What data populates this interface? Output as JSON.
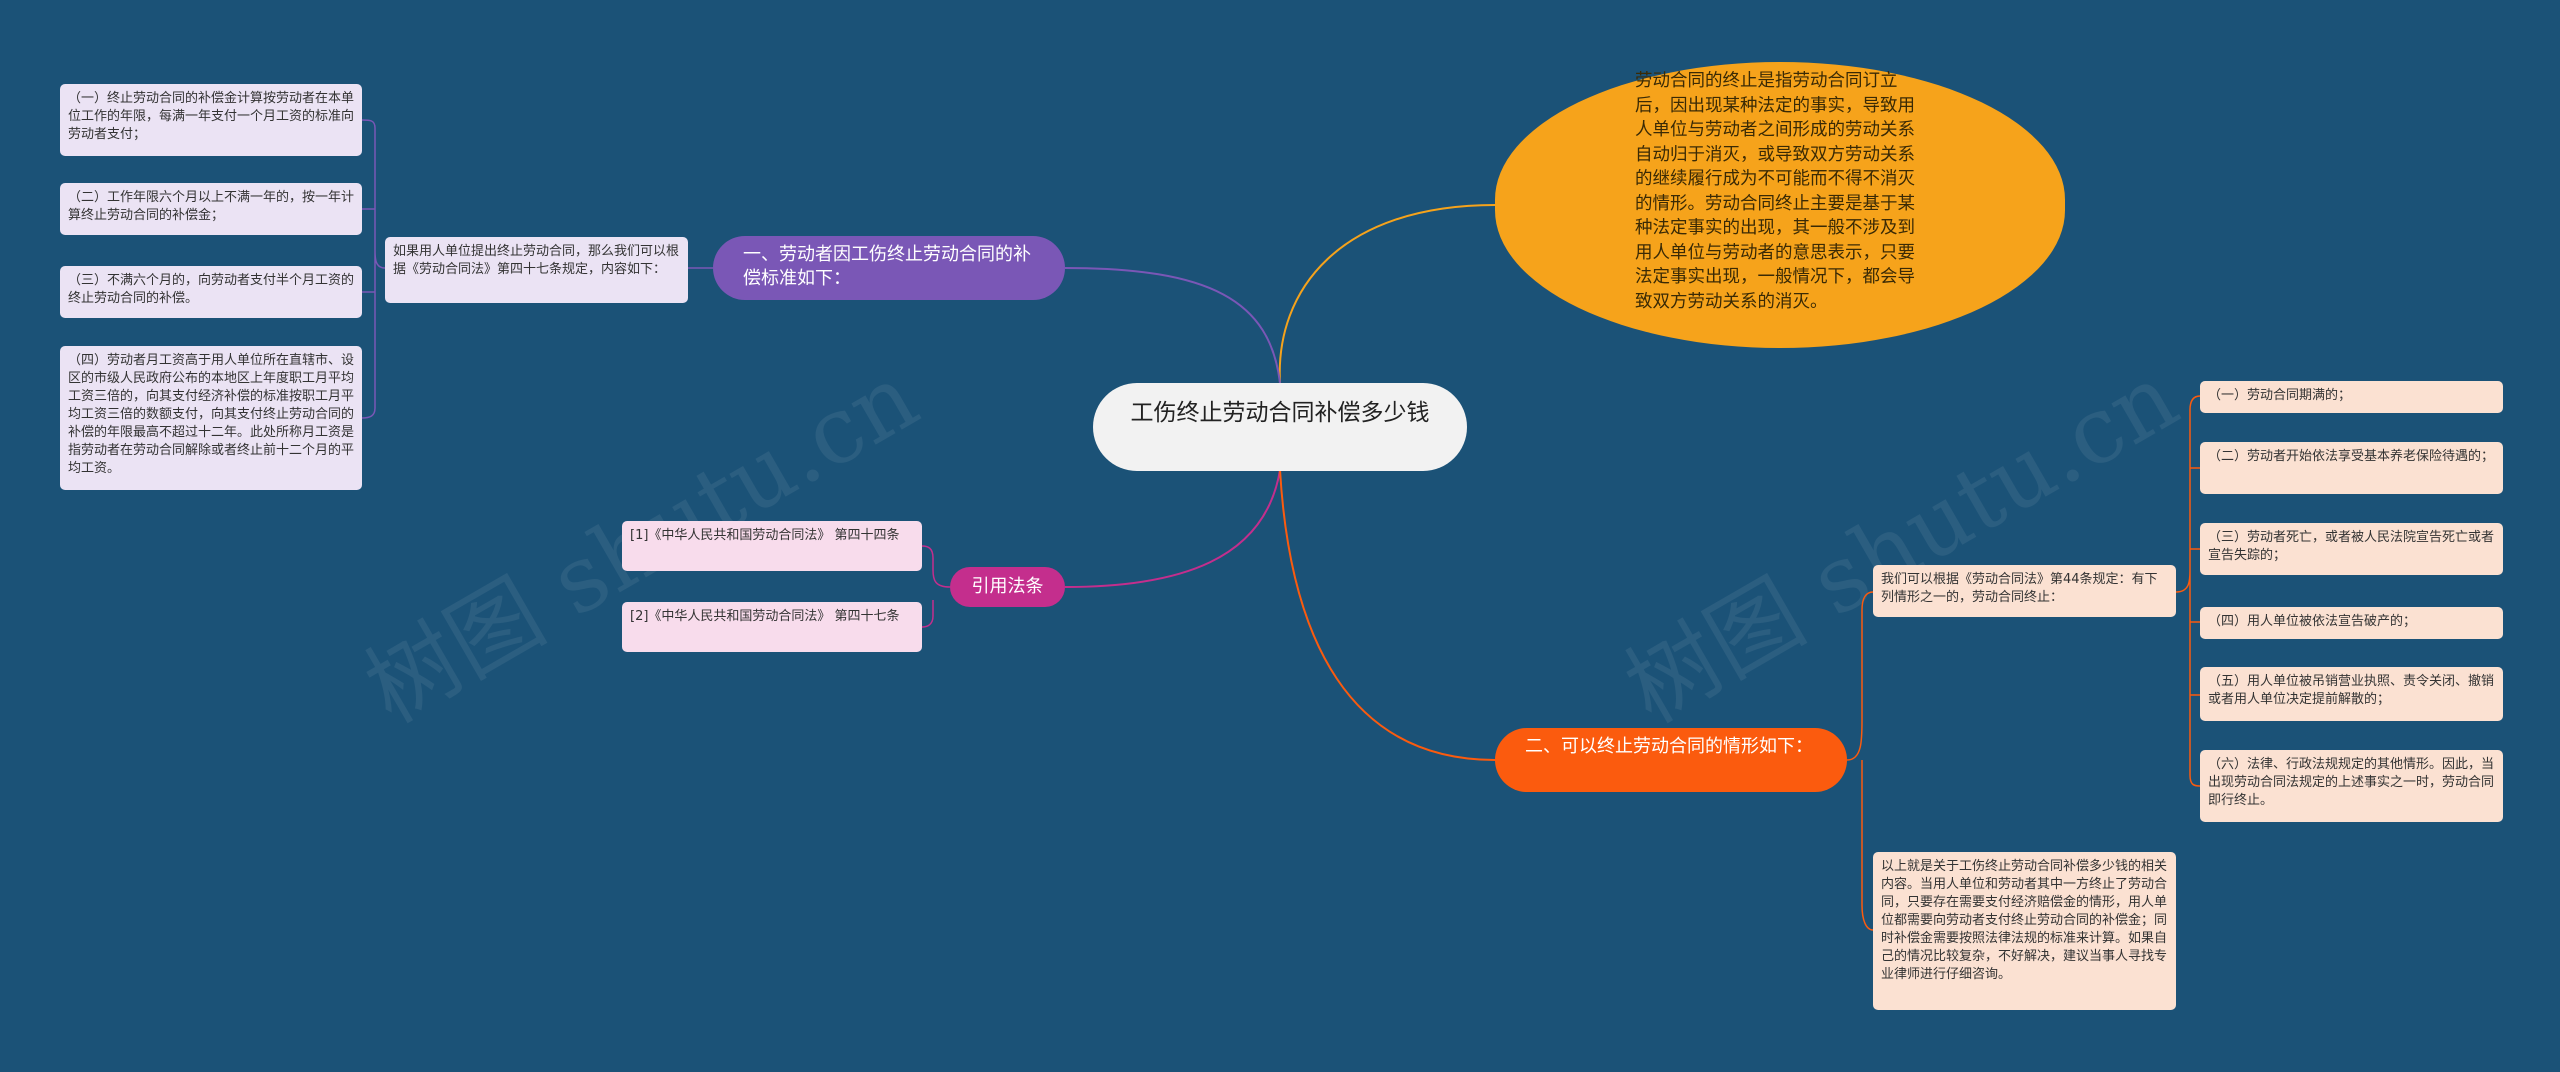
{
  "root": {
    "title": "工伤终止劳动合同补偿多少钱"
  },
  "summary_bubble": {
    "text": "劳动合同的终止是指劳动合同订立后，因出现某种法定的事实，导致用人单位与劳动者之间形成的劳动关系自动归于消灭，或导致双方劳动关系的继续履行成为不可能而不得不消灭的情形。劳动合同终止主要是基于某种法定事实的出现，其一般不涉及到用人单位与劳动者的意思表示，只要法定事实出现，一般情况下，都会导致双方劳动关系的消灭。"
  },
  "branch1": {
    "label": "一、劳动者因工伤终止劳动合同的补偿标准如下：",
    "intro": "如果用人单位提出终止劳动合同，那么我们可以根据《劳动合同法》第四十七条规定，内容如下：",
    "items": [
      "（一）终止劳动合同的补偿金计算按劳动者在本单位工作的年限，每满一年支付一个月工资的标准向劳动者支付；",
      "（二）工作年限六个月以上不满一年的，按一年计算终止劳动合同的补偿金；",
      "（三）不满六个月的，向劳动者支付半个月工资的终止劳动合同的补偿。",
      "（四）劳动者月工资高于用人单位所在直辖市、设区的市级人民政府公布的本地区上年度职工月平均工资三倍的，向其支付经济补偿的标准按职工月平均工资三倍的数额支付，向其支付终止劳动合同的补偿的年限最高不超过十二年。此处所称月工资是指劳动者在劳动合同解除或者终止前十二个月的平均工资。"
    ]
  },
  "branch_refs": {
    "label": "引用法条",
    "items": [
      "[1]《中华人民共和国劳动合同法》 第四十四条",
      "[2]《中华人民共和国劳动合同法》 第四十七条"
    ]
  },
  "branch2": {
    "label": "二、可以终止劳动合同的情形如下：",
    "intro": "我们可以根据《劳动合同法》第44条规定：有下列情形之一的，劳动合同终止：",
    "items": [
      "（一）劳动合同期满的；",
      "（二）劳动者开始依法享受基本养老保险待遇的；",
      "（三）劳动者死亡，或者被人民法院宣告死亡或者宣告失踪的；",
      "（四）用人单位被依法宣告破产的；",
      "（五）用人单位被吊销营业执照、责令关闭、撤销或者用人单位决定提前解散的；",
      "（六）法律、行政法规规定的其他情形。因此，当出现劳动合同法规定的上述事实之一时，劳动合同即行终止。"
    ],
    "conclusion": "以上就是关于工伤终止劳动合同补偿多少钱的相关内容。当用人单位和劳动者其中一方终止了劳动合同，只要存在需要支付经济赔偿金的情形，用人单位都需要向劳动者支付终止劳动合同的补偿金；同时补偿金需要按照法律法规的标准来计算。如果自己的情况比较复杂，不好解决，建议当事人寻找专业律师进行仔细咨询。"
  },
  "watermark": [
    "树图 shutu.cn",
    "树图 shutu.cn"
  ],
  "colors": {
    "background": "#1b5277",
    "root": "#f2f2f2",
    "bubble": "#f6a31b",
    "purple": "#7a57b6",
    "magenta": "#c42e8d",
    "orange": "#fb5b0e"
  }
}
